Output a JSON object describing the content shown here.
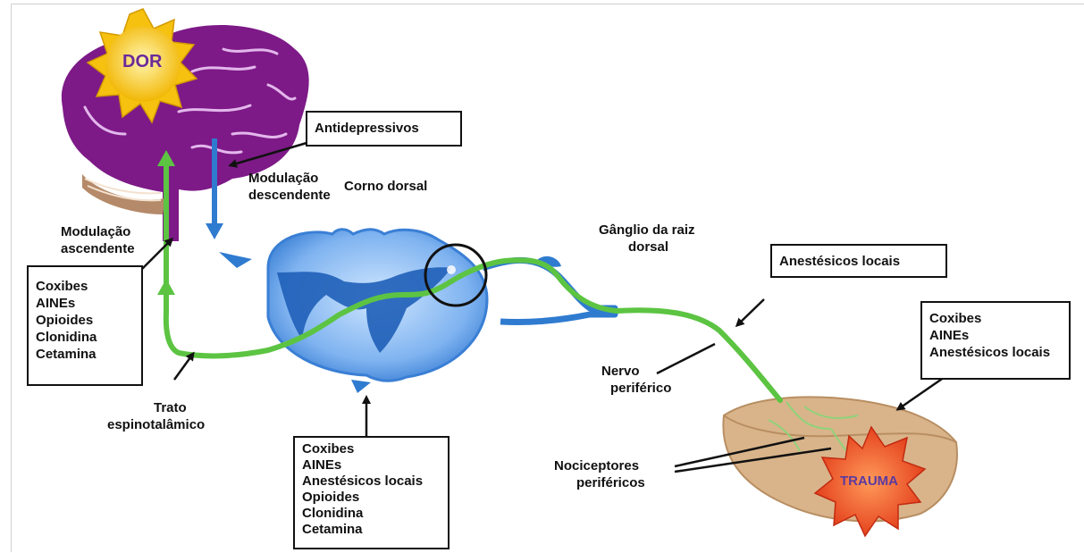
{
  "colors": {
    "brain": "#7d1a87",
    "spinal_cord": "#3a7fd5",
    "ascending_path": "#5cc442",
    "descending_path": "#2f7bd0",
    "sun": "#f6c20f",
    "trauma": "#e8421c",
    "tissue": "#d9b48a"
  },
  "sun_label": "DOR",
  "trauma_label": "TRAUMA",
  "labels": {
    "modulacao_ascendente": [
      "Modulação",
      "ascendente"
    ],
    "modulacao_descendente": [
      "Modulação",
      "descendente"
    ],
    "corno_dorsal": "Corno dorsal",
    "ganglio": [
      "Gânglio da raiz",
      "dorsal"
    ],
    "nervo_periferico": [
      "Nervo",
      "periférico"
    ],
    "trato": [
      "Trato",
      "espinotalâmico"
    ],
    "nociceptores": [
      "Nociceptores",
      "periféricos"
    ]
  },
  "boxes": {
    "antidepressivos": [
      "Antidepressivos"
    ],
    "anestesicos_locais": [
      "Anestésicos locais"
    ],
    "left_drugs": [
      "Coxibes",
      "AINEs",
      "Opioides",
      "Clonidina",
      "Cetamina"
    ],
    "bottom_drugs": [
      "Coxibes",
      "AINEs",
      "Anestésicos locais",
      "Opioides",
      "Clonidina",
      "Cetamina"
    ],
    "right_drugs": [
      "Coxibes",
      "AINEs",
      "Anestésicos locais"
    ]
  }
}
